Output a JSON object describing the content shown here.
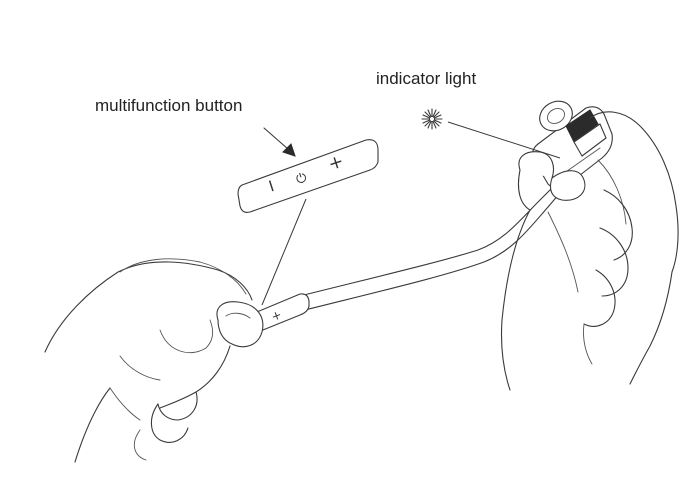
{
  "labels": {
    "multifunction_button": "multifunction button",
    "indicator_light": "indicator light"
  },
  "button_panel": {
    "minus_symbol": "I",
    "power_symbol": "⏻",
    "plus_symbol": "+"
  },
  "remote_symbols": {
    "plus_symbol": "+"
  },
  "icons": {
    "arrow": "arrow-down-right-icon",
    "indicator": "indicator-light-starburst-icon"
  },
  "colors": {
    "line": "#3a3a3a",
    "text": "#222222",
    "background": "#ffffff"
  }
}
